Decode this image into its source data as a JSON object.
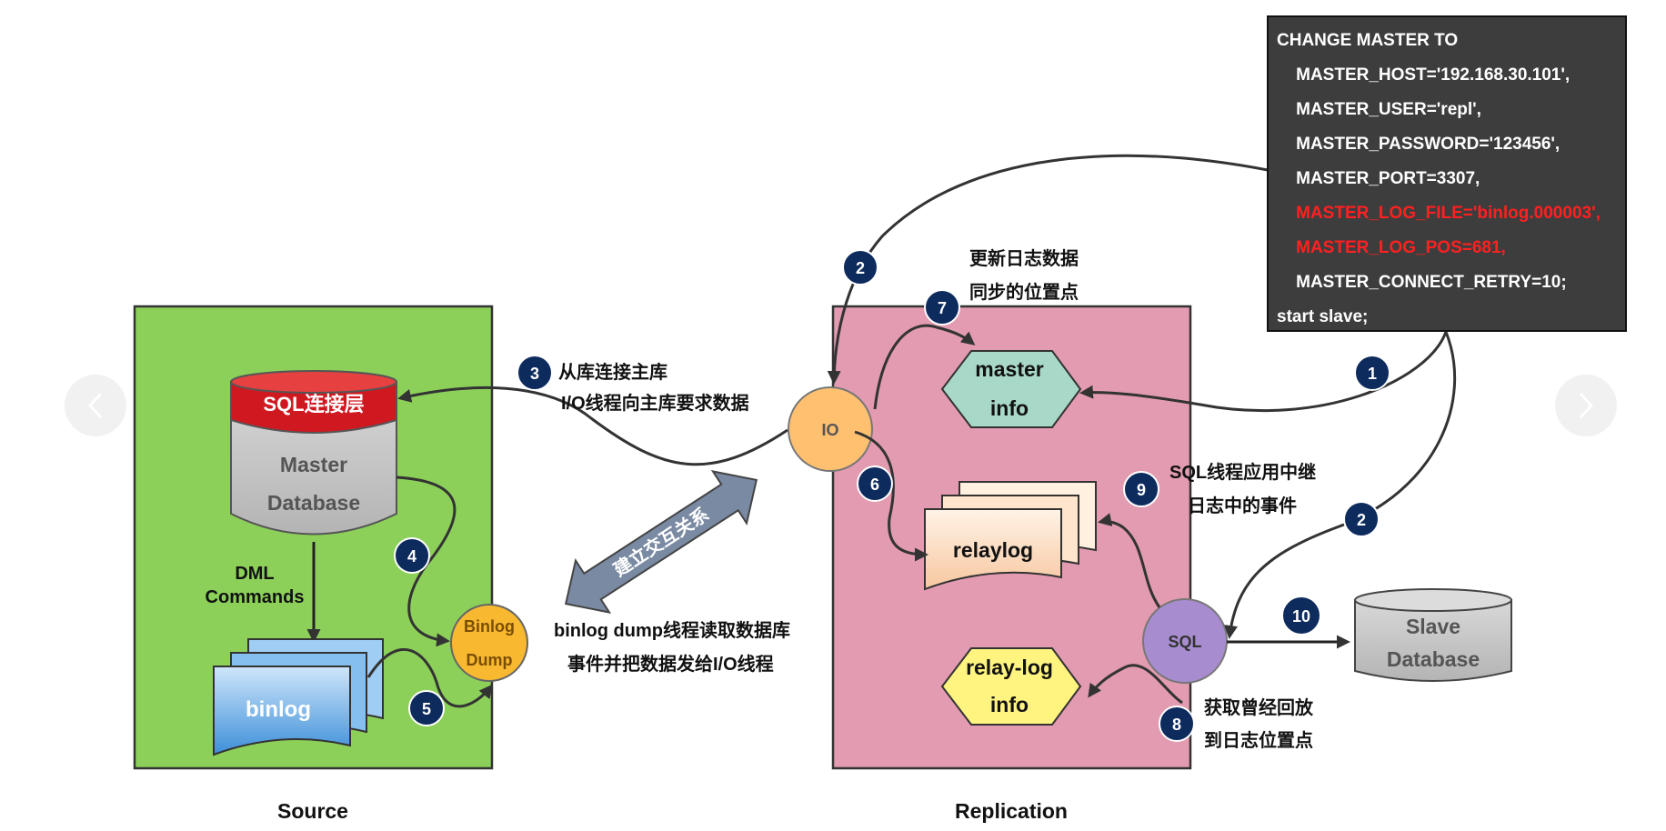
{
  "colors": {
    "source_panel": "#8cd05a",
    "replica_panel": "#e29bb0",
    "sql_layer_red": "#d01820",
    "db_gray": "#c4c4c4",
    "binlog_blue": "#6cb4ea",
    "io_orange": "#ffc070",
    "dump_orange": "#f8b830",
    "sql_purple": "#a88cd0",
    "master_info_teal": "#a8d8c8",
    "relay_info_yellow": "#fff480",
    "relaylog_peach": "#fbd3b0",
    "step_badge": "#0e2b5e",
    "config_bg": "#3d3d3d",
    "config_highlight": "#ff2020"
  },
  "source": {
    "label": "Source",
    "sql_layer": "SQL连接层",
    "master_db_line1": "Master",
    "master_db_line2": "Database",
    "dml_line1": "DML",
    "dml_line2": "Commands",
    "binlog": "binlog",
    "dump_line1": "Binlog",
    "dump_line2": "Dump"
  },
  "replication": {
    "label": "Replication",
    "io": "IO",
    "sql": "SQL",
    "master_info_line1": "master",
    "master_info_line2": "info",
    "relaylog": "relaylog",
    "relay_info_line1": "relay-log",
    "relay_info_line2": "info",
    "slave_db_line1": "Slave",
    "slave_db_line2": "Database"
  },
  "link": {
    "label": "建立交互关系"
  },
  "config": {
    "lines": [
      "CHANGE MASTER TO",
      "  MASTER_HOST='192.168.30.101',",
      "  MASTER_USER='repl',",
      "  MASTER_PASSWORD='123456',",
      "  MASTER_PORT=3307,",
      "  MASTER_LOG_FILE='binlog.000003',",
      "  MASTER_LOG_POS=681,",
      "  MASTER_CONNECT_RETRY=10;",
      "start slave;"
    ],
    "highlighted": [
      5,
      6
    ]
  },
  "steps": {
    "s1": "1",
    "s2a": "2",
    "s2b": "2",
    "s3": "3",
    "s4": "4",
    "s5": "5",
    "s6": "6",
    "s7": "7",
    "s8": "8",
    "s9": "9",
    "s10": "10"
  },
  "annotations": {
    "a3_line1": "从库连接主库",
    "a3_line2": "I/O线程向主库要求数据",
    "a7_line1": "更新日志数据",
    "a7_line2": "同步的位置点",
    "a9_line1": "SQL线程应用中继",
    "a9_line2": "日志中的事件",
    "a5_line1": "binlog dump线程读取数据库",
    "a5_line2": "事件并把数据发给I/O线程",
    "a8_line1": "获取曾经回放",
    "a8_line2": "到日志位置点"
  },
  "nav": {
    "prev_icon": "chevron-left-icon",
    "next_icon": "chevron-right-icon"
  }
}
